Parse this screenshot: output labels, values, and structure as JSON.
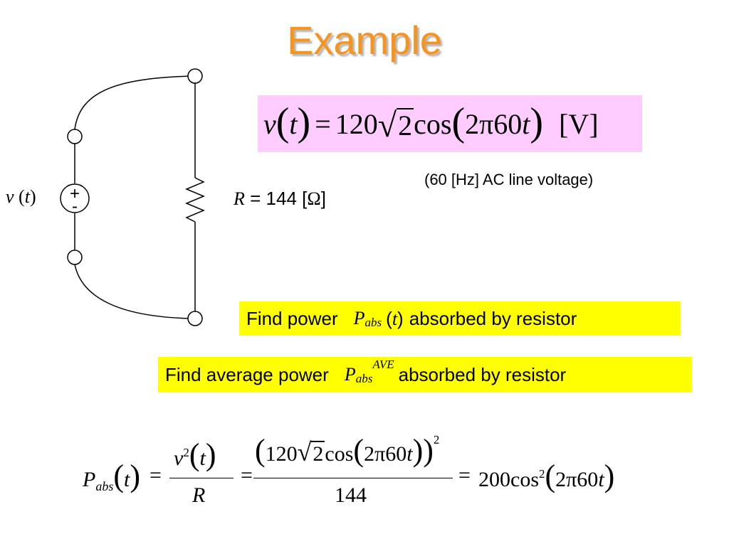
{
  "title": "Example",
  "equation": {
    "lhs_v": "v",
    "lhs_t": "t",
    "equals": "=",
    "amplitude": "120",
    "sqrt_arg": "2",
    "func": "cos",
    "arg_num": "2π60",
    "arg_t": "t",
    "unit": "[V]"
  },
  "note": "(60 [Hz] AC line voltage)",
  "source": {
    "label_v": "v",
    "label_t": "t",
    "plus": "+",
    "minus": "-"
  },
  "resistor": {
    "symbol": "R",
    "value_text": "= 144 [",
    "unit_symbol": "Ω",
    "close": "]"
  },
  "question1": {
    "prefix": "Find power",
    "P": "P",
    "sub": "abs",
    "t": "t",
    "suffix": "absorbed by resistor"
  },
  "question2": {
    "prefix": "Find average power",
    "P": "P",
    "sub": "abs",
    "sup": "AVE",
    "suffix": "absorbed by resistor"
  },
  "solution": {
    "P": "P",
    "sub": "abs",
    "t": "t",
    "eq": "=",
    "num_v": "v",
    "num_sup": "2",
    "den_R": "R",
    "num2_amp": "120",
    "num2_sqrt": "2",
    "num2_func": "cos",
    "num2_arg": "2π60",
    "num2_t": "t",
    "outer_sup": "2",
    "den2": "144",
    "result_coef": "200cos",
    "result_sup": "2",
    "result_arg": "2π60",
    "result_t": "t"
  },
  "colors": {
    "title": "#f7941d",
    "equation_bg": "#ffccff",
    "highlight_bg": "#ffff00"
  }
}
